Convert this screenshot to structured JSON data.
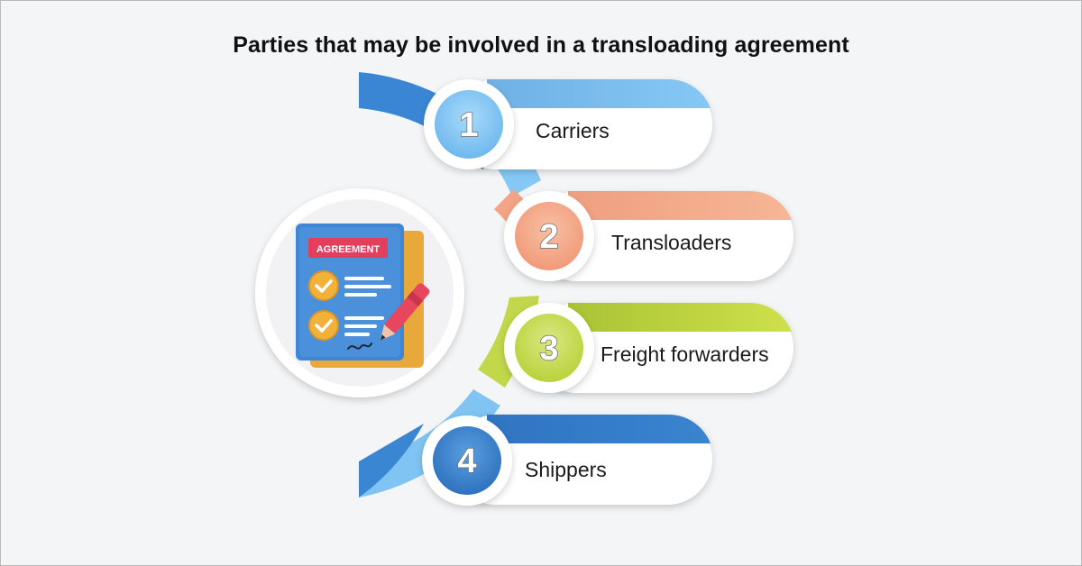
{
  "title": "Parties that may be involved in a transloading agreement",
  "items": [
    {
      "number": "1",
      "label": "Carriers",
      "color": "#78bff0",
      "color_dark": "#3f8fd6"
    },
    {
      "number": "2",
      "label": "Transloaders",
      "color": "#f3a383",
      "color_dark": "#f0a07f"
    },
    {
      "number": "3",
      "label": "Freight forwarders",
      "color": "#c4d94b",
      "color_dark": "#a8c230"
    },
    {
      "number": "4",
      "label": "Shippers",
      "color": "#3d86d2",
      "color_dark": "#2f6fb8"
    }
  ],
  "illustration": {
    "badge": "AGREEMENT",
    "icons": [
      "document-icon",
      "checkmark-icon",
      "pen-icon"
    ]
  }
}
